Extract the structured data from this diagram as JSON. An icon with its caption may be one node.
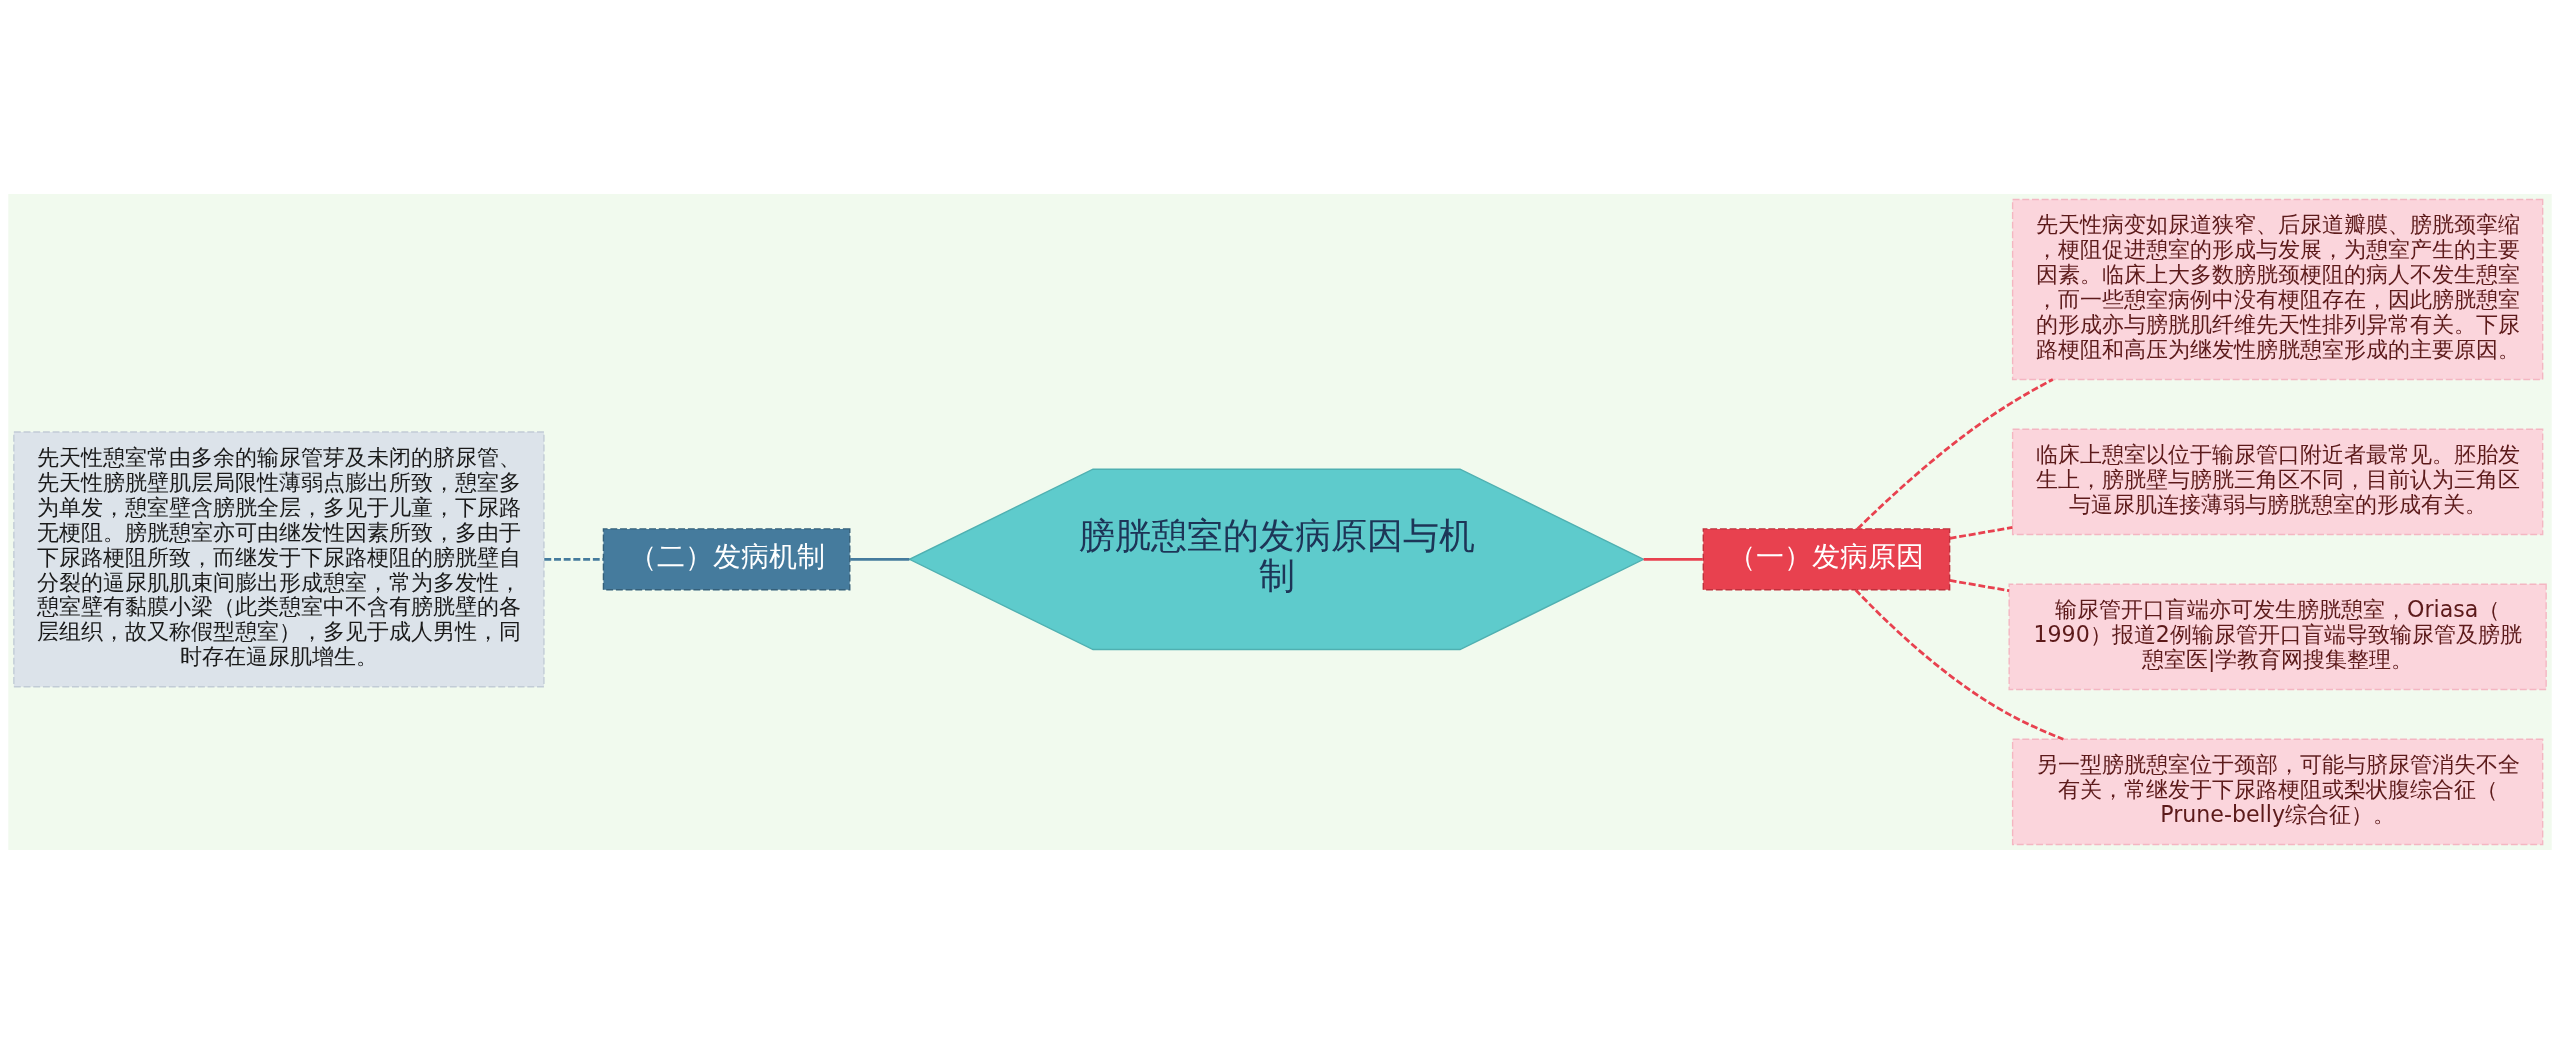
{
  "diagram": {
    "nodes": [
      {
        "text": [
          "膀胱憩室的发病原因与机制"
        ]
      },
      {
        "text": [
          "（一）发病原因"
        ]
      },
      {
        "text": [
          "先天性病变如尿道狭窄、后尿道瓣膜、膀胱颈挛缩，梗阻促进憩室的形成与发展，为憩室产生的主要因素。临床上大多数膀胱颈梗阻的病人不发生憩室，而一些憩室病例中没有梗阻存在，因此膀胱憩室的形成亦与膀胱肌纤维先天性排列异常有关。下尿路梗阻和高压为继发性膀胱憩室形成的主要原因。"
        ]
      },
      {
        "text": [
          "临床上憩室以位于输尿管口附近者最常见。胚胎发生上，膀胱壁与膀胱三角区不同，目前认为三角区与逼尿肌连接薄弱与膀胱憩室的形成有关。"
        ]
      },
      {
        "text": [
          "输尿管开口盲端亦可发生膀胱憩室，Oriasa（1990）报道2例输尿管开口盲端导致输尿管及膀胱憩室医|学教育网搜集整理。"
        ]
      },
      {
        "text": [
          "另一型膀胱憩室位于颈部，可能与脐尿管消失不全有关，常继发于下尿路梗阻或梨状腹综合征（Prune-belly综合征）。"
        ]
      },
      {
        "text": [
          "（二）发病机制"
        ]
      },
      {
        "text": [
          "先天性憩室常由多余的输尿管芽及未闭的脐尿管、先天性膀胱壁肌层局限性薄弱点膨出所致，憩室多为单发，憩室壁含膀胱全层，多见于儿童，下尿路无梗阻。膀胱憩室亦可由继发性因素所致，多由于下尿路梗阻所致，而继发于下尿路梗阻的膀胱壁自分裂的逼尿肌肌束间膨出形成憩室，常为多发性，憩室壁有黏膜小梁（此类憩室中不含有膀胱壁的各层组织，故又称假型憩室），多见于成人男性，同时存在逼尿肌增生。"
        ]
      }
    ],
    "edges": [
      {
        "from": 0,
        "to": 1,
        "arrow": "none",
        "color": "#e8414f"
      },
      {
        "from": 1,
        "to": 2,
        "arrow": "none",
        "style": "dashed",
        "color": "#e8414f"
      },
      {
        "from": 1,
        "to": 3,
        "arrow": "none",
        "style": "dashed",
        "color": "#e8414f"
      },
      {
        "from": 1,
        "to": 4,
        "arrow": "none",
        "style": "dashed",
        "color": "#e8414f"
      },
      {
        "from": 1,
        "to": 5,
        "arrow": "none",
        "style": "dashed",
        "color": "#e8414f"
      },
      {
        "from": 0,
        "to": 6,
        "arrow": "none",
        "color": "#457b9d"
      },
      {
        "from": 6,
        "to": 7,
        "arrow": "none",
        "style": "dashed",
        "color": "#457b9d"
      }
    ]
  }
}
